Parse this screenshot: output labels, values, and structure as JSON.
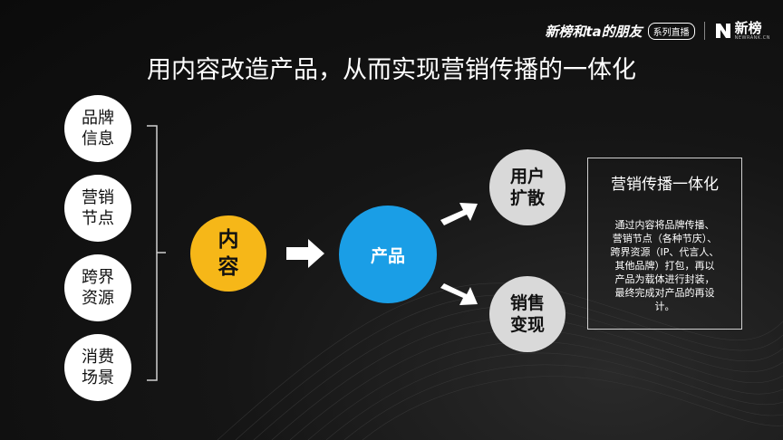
{
  "header": {
    "show_title": "新榜和ta的朋友",
    "badge": "系列直播",
    "logo_name": "新榜",
    "logo_sub": "NEWRANK.CN"
  },
  "title": "用内容改造产品，从而实现营销传播的一体化",
  "left_items": [
    {
      "line1": "品牌",
      "line2": "信息"
    },
    {
      "line1": "营销",
      "line2": "节点"
    },
    {
      "line1": "跨界",
      "line2": "资源"
    },
    {
      "line1": "消费",
      "line2": "场景"
    }
  ],
  "content_circle": {
    "line1": "内",
    "line2": "容"
  },
  "product_circle": {
    "label": "产品"
  },
  "outcome_circles": [
    {
      "line1": "用户",
      "line2": "扩散"
    },
    {
      "line1": "销售",
      "line2": "变现"
    }
  ],
  "info_box": {
    "title": "营销传播一体化",
    "lines": [
      "通过内容将品牌传播、",
      "营销节点（各种节庆）、",
      "跨界资源（IP、代言人、",
      "其他品牌）打包，再以",
      "产品为载体进行封装，",
      "最终完成对产品的再设",
      "计。"
    ]
  },
  "colors": {
    "background": "#111111",
    "content_yellow": "#f6b718",
    "product_blue": "#1a9ee6",
    "outcome_gray": "#d9d9d9"
  }
}
